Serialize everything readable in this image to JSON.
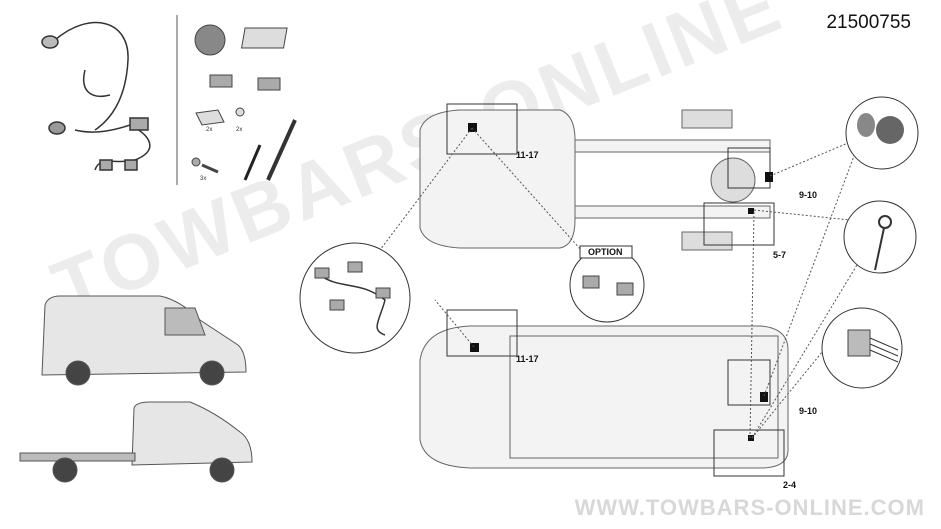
{
  "part_number": "21500755",
  "watermark": "TOWBARS-ONLINE",
  "footer_url": "WWW.TOWBARS-ONLINE.COM",
  "kit_quantities": {
    "bracket": "2x",
    "ring_terminal": "2x",
    "bolt_set": "3x"
  },
  "chassis_view": {
    "front_label": "11-17",
    "rear_socket_label": "9-10",
    "rear_module_label": "5-7"
  },
  "van_view": {
    "front_label": "11-17",
    "rear_socket_label": "9-10",
    "rear_module_label": "2-4"
  },
  "option_label": "OPTION"
}
